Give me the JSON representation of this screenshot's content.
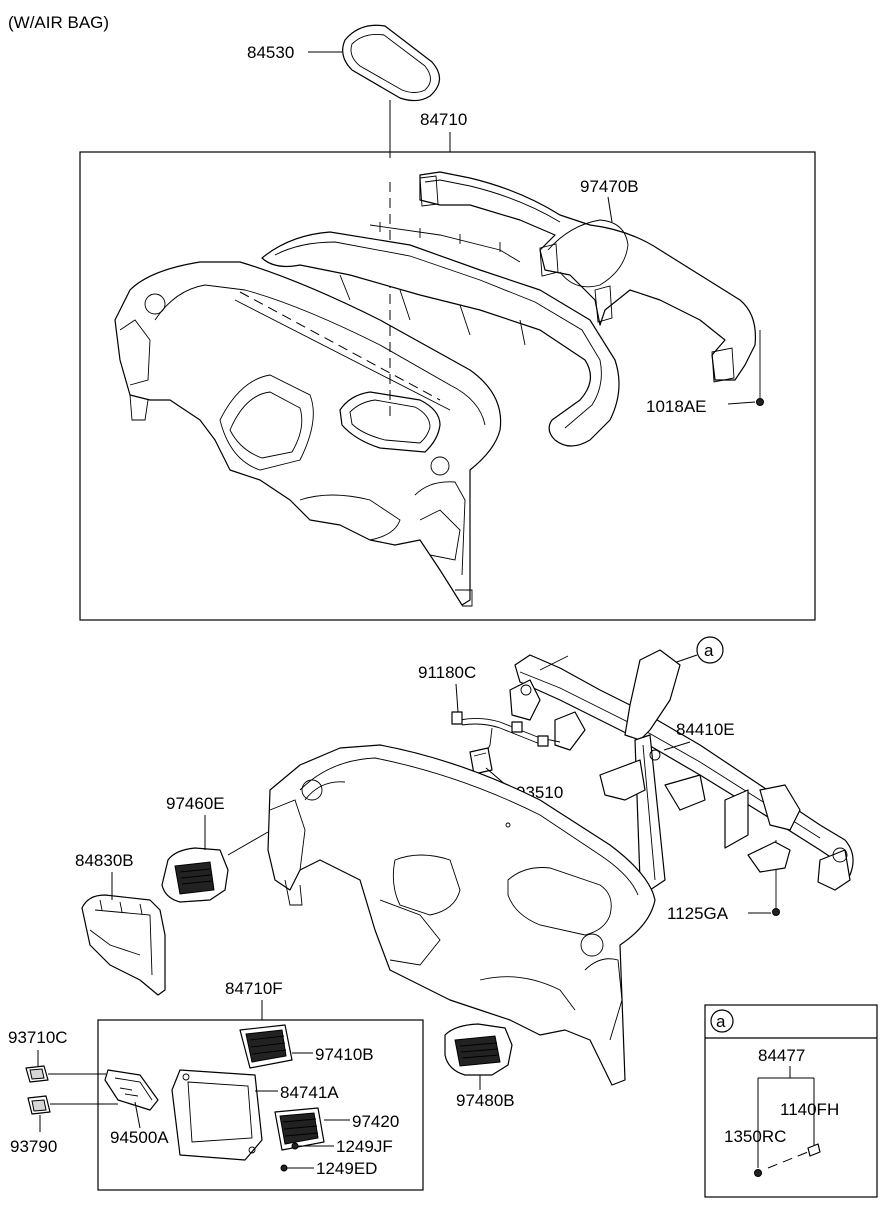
{
  "header": {
    "title": "(W/AIR BAG)"
  },
  "labels": {
    "p84530": "84530",
    "p84710": "84710",
    "p97470B": "97470B",
    "p1018AE": "1018AE",
    "p91180C": "91180C",
    "p84410E": "84410E",
    "p93510": "93510",
    "p97460E": "97460E",
    "p84830B": "84830B",
    "p1125GA": "1125GA",
    "p84710F": "84710F",
    "p97410B": "97410B",
    "p84741A": "84741A",
    "p97420": "97420",
    "p1249JF": "1249JF",
    "p1249ED": "1249ED",
    "p93710C": "93710C",
    "p93790": "93790",
    "p94500A": "94500A",
    "p97480B": "97480B",
    "p84477": "84477",
    "p1140FH": "1140FH",
    "p1350RC": "1350RC"
  },
  "callouts": {
    "main": "a",
    "detail": "a"
  }
}
